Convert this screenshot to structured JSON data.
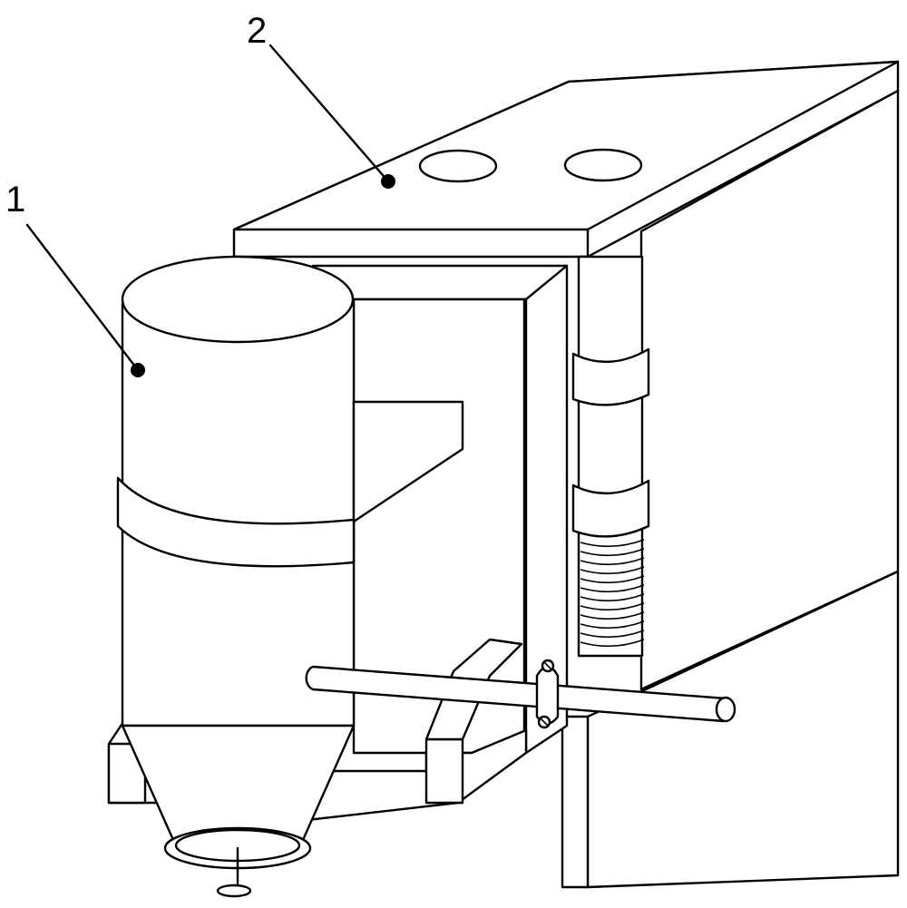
{
  "figure": {
    "callouts": [
      {
        "id": "1",
        "text": "1",
        "target": "cylindrical-hopper"
      },
      {
        "id": "2",
        "text": "2",
        "target": "top-plate"
      }
    ],
    "colors": {
      "line": "#000000",
      "background": "#ffffff"
    }
  }
}
